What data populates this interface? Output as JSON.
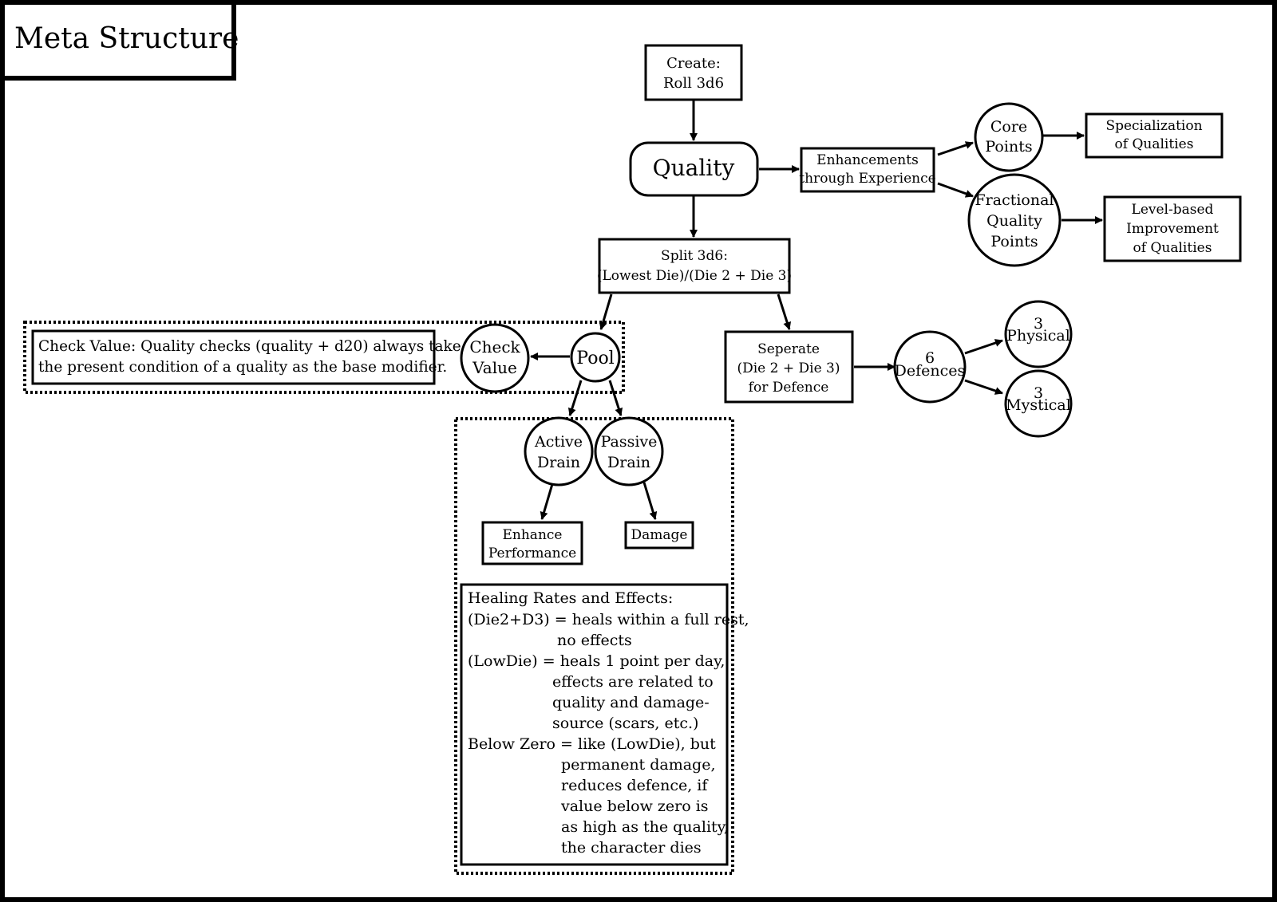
{
  "title": "Meta Structure",
  "nodes": {
    "create": [
      "Create:",
      "Roll 3d6"
    ],
    "quality": "Quality",
    "enhancements": [
      "Enhancements",
      "through Experience"
    ],
    "core_points": [
      "Core",
      "Points"
    ],
    "specialization": [
      "Specialization",
      "of Qualities"
    ],
    "fractional": [
      "Fractional",
      "Quality",
      "Points"
    ],
    "level_based": [
      "Level-based",
      "Improvement",
      "of Qualities"
    ],
    "split": [
      "Split 3d6:",
      "(Lowest Die)/(Die 2 + Die 3)"
    ],
    "check_value_note": {
      "label": "Check Value:",
      "line1": "Quality checks (quality + d20) always take",
      "line2": "the present condition of a quality as the base modifier."
    },
    "check_value": [
      "Check",
      "Value"
    ],
    "pool": "Pool",
    "seperate": [
      "Seperate",
      "(Die 2 + Die 3)",
      "for Defence"
    ],
    "defences": [
      "6",
      "Defences"
    ],
    "physical": [
      "3",
      "Physical"
    ],
    "mystical": [
      "3",
      "Mystical"
    ],
    "active_drain": [
      "Active",
      "Drain"
    ],
    "passive_drain": [
      "Passive",
      "Drain"
    ],
    "enhance_performance": [
      "Enhance",
      "Performance"
    ],
    "damage": "Damage",
    "healing": {
      "heading": "Healing Rates and Effects:",
      "lines": [
        "(Die2+D3) = heals within a full rest,",
        "no effects",
        "(LowDie) = heals 1 point per day,",
        "effects are related to",
        "quality and damage-",
        "source (scars, etc.)",
        "Below Zero = like (LowDie), but",
        "permanent damage,",
        "reduces defence, if",
        "value below zero is",
        "as high as the quality,",
        "the character dies"
      ]
    }
  }
}
